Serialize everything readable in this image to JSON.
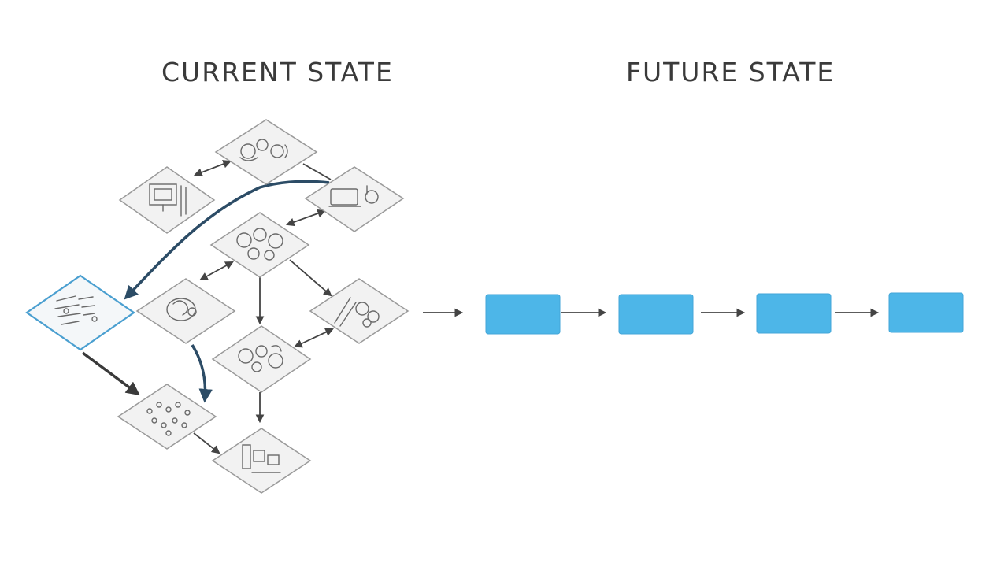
{
  "titles": {
    "current": "CURRENT STATE",
    "future": "FUTURE STATE"
  },
  "colors": {
    "future_box": "#4db6e8",
    "selected_outline": "#4a9fd0",
    "main_flow": "#2c4c66",
    "arrow": "#444444",
    "tile_fill": "#f2f2f2"
  },
  "current_state": {
    "tiles": [
      {
        "id": "monitor",
        "icon": "monitor-icon",
        "selected": false
      },
      {
        "id": "gears-top",
        "icon": "gears-icon",
        "selected": false
      },
      {
        "id": "devices",
        "icon": "devices-icon",
        "selected": false
      },
      {
        "id": "cluster-mid",
        "icon": "cluster-icon",
        "selected": false
      },
      {
        "id": "document",
        "icon": "document-icon",
        "selected": true
      },
      {
        "id": "head",
        "icon": "head-icon",
        "selected": false
      },
      {
        "id": "tools",
        "icon": "tools-icon",
        "selected": false
      },
      {
        "id": "gears-low",
        "icon": "gears-icon",
        "selected": false
      },
      {
        "id": "network",
        "icon": "network-icon",
        "selected": false
      },
      {
        "id": "boxes",
        "icon": "boxes-icon",
        "selected": false
      }
    ]
  },
  "future_state": {
    "steps": 4
  }
}
